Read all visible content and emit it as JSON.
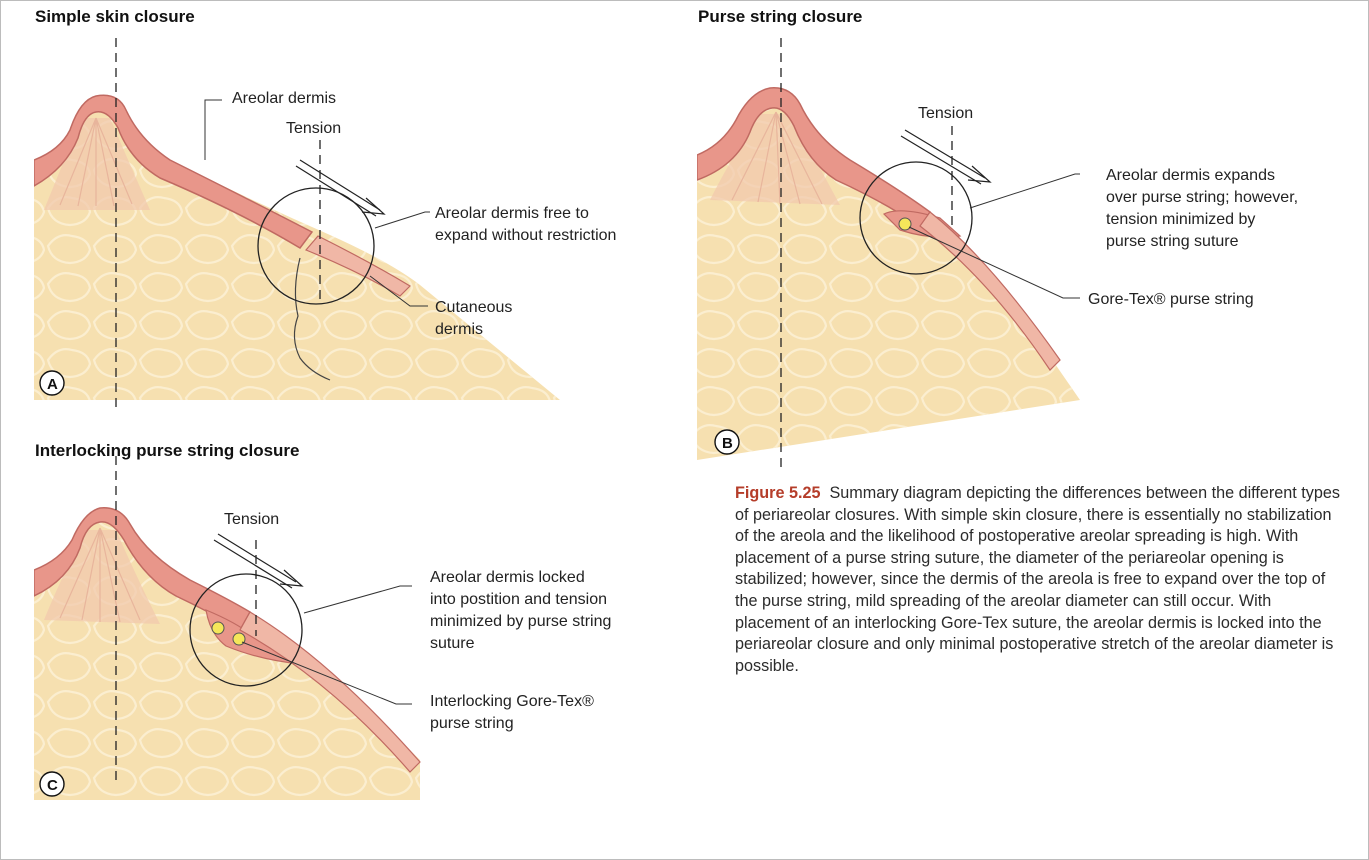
{
  "panels": {
    "a": {
      "title": "Simple skin closure",
      "badge": "A",
      "labels": {
        "areolar_dermis": "Areolar dermis",
        "tension": "Tension",
        "free_line1": "Areolar dermis free to",
        "free_line2": "expand without restriction",
        "cutaneous_line1": "Cutaneous",
        "cutaneous_line2": "dermis"
      }
    },
    "b": {
      "title": "Purse string closure",
      "badge": "B",
      "labels": {
        "tension": "Tension",
        "expands_line1": "Areolar dermis expands",
        "expands_line2": "over purse string; however,",
        "expands_line3": "tension minimized by",
        "expands_line4": "purse string suture",
        "goretex": "Gore-Tex® purse string"
      }
    },
    "c": {
      "title": "Interlocking purse string closure",
      "badge": "C",
      "labels": {
        "tension": "Tension",
        "locked_line1": "Areolar dermis locked",
        "locked_line2": "into postition and tension",
        "locked_line3": "minimized by purse string",
        "locked_line4": "suture",
        "interlock_line1": "Interlocking Gore-Tex®",
        "interlock_line2": "purse string"
      }
    }
  },
  "caption": {
    "label": "Figure 5.25",
    "text": "Summary diagram depicting the differences between the different types of periareolar closures. With simple skin closure, there is essentially no stabilization of the areola and the likelihood of postoperative areolar spreading is high. With placement of a purse string suture, the diameter of the periareolar opening is stabilized; however, since the dermis of the areola is free to expand over the top of the purse string, mild spreading of the areolar diameter can still occur. With placement of an interlocking Gore-Tex suture, the areolar dermis is locked into the periareolar closure and only minimal postoperative stretch of the areolar diameter is possible."
  },
  "colors": {
    "fat": "#f6e0b0",
    "dermis": "#e8968a",
    "dermis_dark": "#c06a62",
    "suture": "#f5e65a",
    "leader": "#333333"
  }
}
